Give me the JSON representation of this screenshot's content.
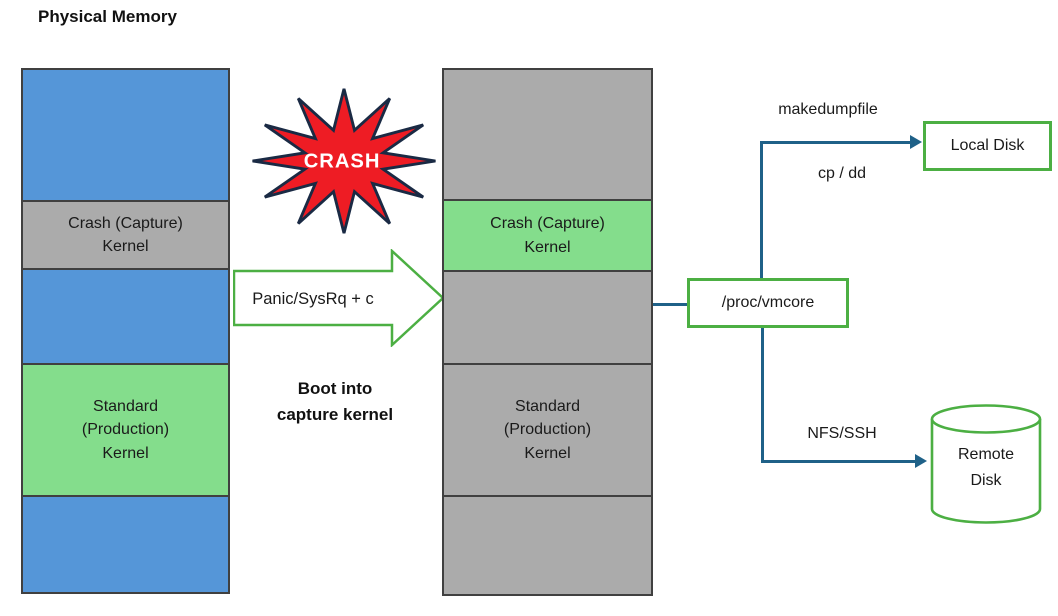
{
  "title": "Physical Memory",
  "colors": {
    "memory_free_blue": "#5596D8",
    "memory_gray": "#ABABAB",
    "kernel_green": "#84DD8C",
    "box_green_border": "#4CAF43",
    "connector_teal": "#1F6188",
    "crash_red": "#EE1C24",
    "crash_outline": "#1A2A44",
    "column_border": "#404040"
  },
  "columns": {
    "before": {
      "segments": [
        {
          "type": "free",
          "lines": []
        },
        {
          "type": "crash-kernel",
          "lines": [
            "Crash (Capture)",
            "Kernel"
          ]
        },
        {
          "type": "free",
          "lines": []
        },
        {
          "type": "standard-kernel",
          "lines": [
            "Standard",
            "(Production)",
            "Kernel"
          ]
        },
        {
          "type": "free",
          "lines": []
        }
      ]
    },
    "after": {
      "segments": [
        {
          "type": "free",
          "lines": []
        },
        {
          "type": "crash-kernel",
          "lines": [
            "Crash (Capture)",
            "Kernel"
          ]
        },
        {
          "type": "free",
          "lines": []
        },
        {
          "type": "standard-kernel",
          "lines": [
            "Standard",
            "(Production)",
            "Kernel"
          ]
        },
        {
          "type": "free",
          "lines": []
        }
      ]
    }
  },
  "crash_burst": {
    "label": "CRASH"
  },
  "panic_arrow": {
    "label": "Panic/SysRq + c"
  },
  "boot_note": {
    "lines": [
      "Boot into",
      "capture kernel"
    ]
  },
  "vmcore_box": {
    "label": "/proc/vmcore"
  },
  "edge_labels": {
    "makedumpfile": "makedumpfile",
    "cp_dd": "cp / dd",
    "nfs_ssh": "NFS/SSH"
  },
  "local_disk": {
    "label": "Local Disk"
  },
  "remote_disk": {
    "lines": [
      "Remote",
      "Disk"
    ]
  }
}
